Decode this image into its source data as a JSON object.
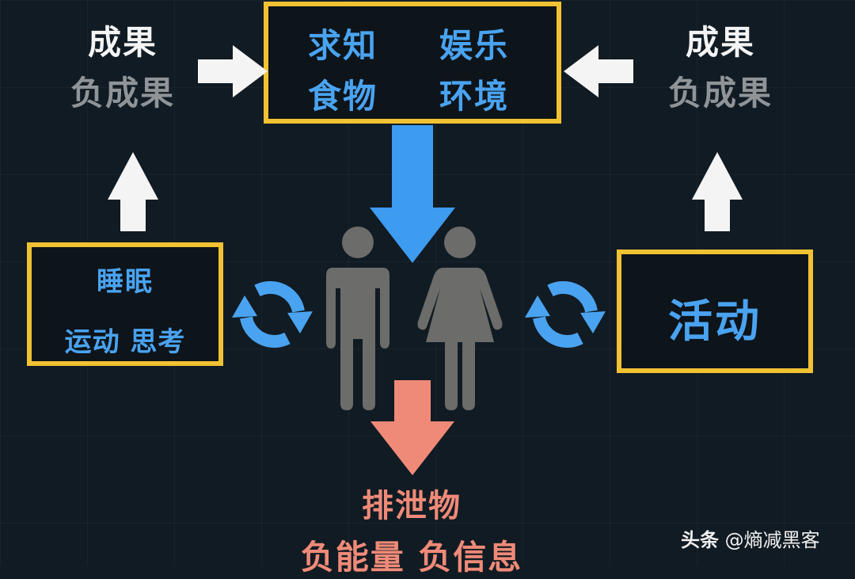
{
  "top_box": {
    "items": [
      "求知",
      "娱乐",
      "食物",
      "环境"
    ]
  },
  "left_outcome": {
    "positive": "成果",
    "negative": "负成果"
  },
  "right_outcome": {
    "positive": "成果",
    "negative": "负成果"
  },
  "left_box": {
    "line1": "睡眠",
    "line2": "运动 思考"
  },
  "right_box": {
    "text": "活动"
  },
  "output": {
    "title": "排泄物",
    "subtitle": "负能量 负信息"
  },
  "figures": [
    "male-figure",
    "female-figure"
  ],
  "icons": {
    "input_arrow": "arrow-down-blue",
    "output_arrow": "arrow-down-salmon",
    "cycle_left": "refresh-cycle",
    "cycle_right": "refresh-cycle",
    "left_to_top": "arrow-right-white",
    "right_to_top": "arrow-left-white",
    "left_up": "arrow-up-white",
    "right_up": "arrow-up-white"
  },
  "colors": {
    "background": "#111b23",
    "box_border": "#f1c232",
    "blue_text": "#4aa3f0",
    "arrow_blue": "#3d9bf0",
    "salmon": "#f08a78",
    "figure_gray": "#6c6c6a",
    "white": "#f4f4f4",
    "gray_text": "#8f9498"
  },
  "watermark": {
    "brand": "头条",
    "handle": "@熵减黑客"
  }
}
